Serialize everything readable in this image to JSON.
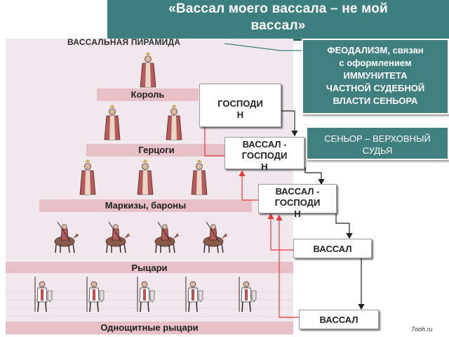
{
  "title": {
    "line1": "«Вассал моего вассала – не мой",
    "line2": "вассал»"
  },
  "pyramid": {
    "heading": "ВАССАЛЬНАЯ ПИРАМИДА",
    "levels": [
      "Король",
      "Герцоги",
      "Маркизы, бароны",
      "Рыцари",
      "Однощитные рыцари"
    ]
  },
  "info": {
    "feudalism_lines": [
      "ФЕОДАЛИЗМ, связан",
      "с оформлением",
      "ИММУНИТЕТА",
      "ЧАСТНОЙ СУДЕБНОЙ",
      "ВЛАСТИ СЕНЬОРА"
    ],
    "senior_lines": [
      "СЕНЬОР – ВЕРХОВНЫЙ",
      "СУДЬЯ"
    ]
  },
  "ladder": {
    "box1_lines": [
      "",
      "ГОСПОДИ",
      "Н"
    ],
    "box2_lines": [
      "ВАССАЛ -",
      "ГОСПОДИ",
      "Н"
    ],
    "box3_lines": [
      "ВАССАЛ -",
      "ГОСПОДИ",
      "Н"
    ],
    "box4": "ВАССАЛ",
    "box5": "ВАССАЛ"
  },
  "watermark": "7ooh.ru",
  "colors": {
    "teal": "#3d7f7e",
    "band": "#e7bfc6",
    "arrow_red": "#e53b3b",
    "arrow_black": "#222222"
  }
}
